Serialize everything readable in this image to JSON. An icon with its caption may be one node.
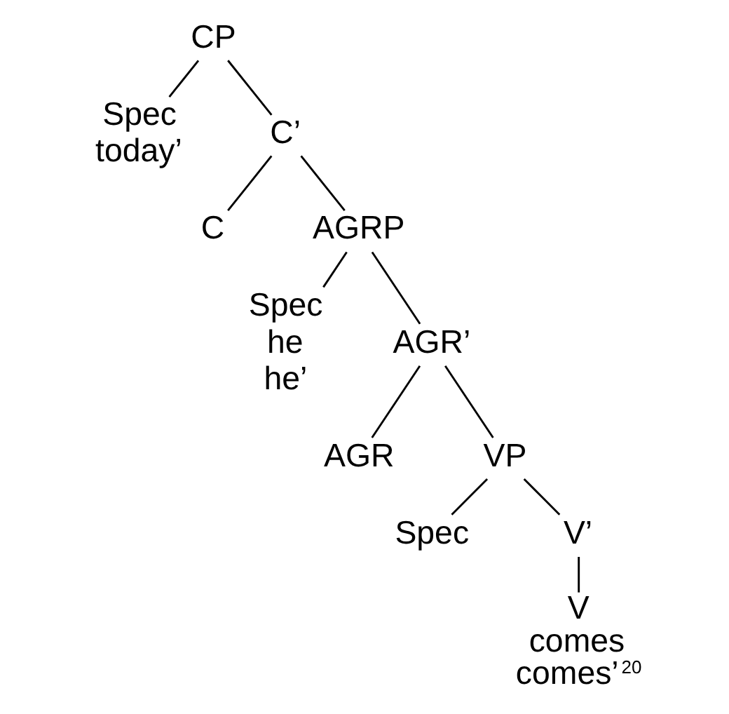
{
  "diagram": {
    "nodes": [
      {
        "text": [
          "CP"
        ]
      },
      {
        "text": [
          "Spec",
          "today’"
        ]
      },
      {
        "text": [
          "C’"
        ]
      },
      {
        "text": [
          "C"
        ]
      },
      {
        "text": [
          "AGRP"
        ]
      },
      {
        "text": [
          "Spec",
          "he",
          "he’"
        ]
      },
      {
        "text": [
          "AGR’"
        ]
      },
      {
        "text": [
          "AGR"
        ]
      },
      {
        "text": [
          "VP"
        ]
      },
      {
        "text": [
          "Spec"
        ]
      },
      {
        "text": [
          "V’"
        ]
      },
      {
        "text": [
          "V",
          "comes",
          "comes’$^{20}$"
        ]
      }
    ],
    "edges": [
      {
        "from": 0,
        "to": 1,
        "arrow": "none"
      },
      {
        "from": 0,
        "to": 2,
        "arrow": "none"
      },
      {
        "from": 2,
        "to": 3,
        "arrow": "none"
      },
      {
        "from": 2,
        "to": 4,
        "arrow": "none"
      },
      {
        "from": 4,
        "to": 5,
        "arrow": "none"
      },
      {
        "from": 4,
        "to": 6,
        "arrow": "none"
      },
      {
        "from": 6,
        "to": 7,
        "arrow": "none"
      },
      {
        "from": 6,
        "to": 8,
        "arrow": "none"
      },
      {
        "from": 8,
        "to": 9,
        "arrow": "none"
      },
      {
        "from": 8,
        "to": 10,
        "arrow": "none"
      },
      {
        "from": 10,
        "to": 11,
        "arrow": "none"
      }
    ]
  }
}
